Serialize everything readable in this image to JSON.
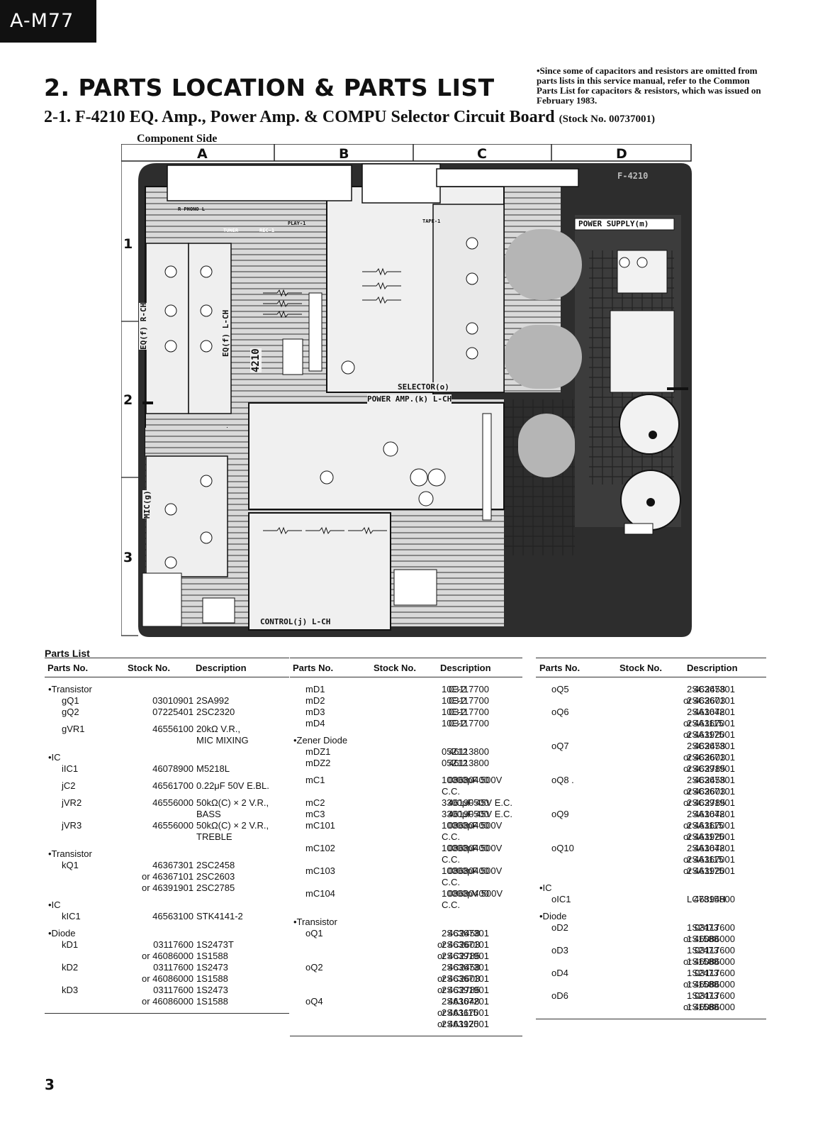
{
  "model": "A-M77",
  "section_title": "2. PARTS LOCATION & PARTS LIST",
  "note": "•Since some of capacitors and resistors are omitted from parts lists in this service manual, refer to the Common Parts List for capacitors & resistors, which was issued on February 1983.",
  "subtitle": "2-1. F-4210 EQ. Amp., Power Amp. & COMPU Selector Circuit Board",
  "stock_ref": "(Stock No. 00737001)",
  "component_side": "Component Side",
  "board": {
    "columns": [
      "A",
      "B",
      "C",
      "D"
    ],
    "rows": [
      "1",
      "2",
      "3"
    ],
    "labels": {
      "power_supply": "POWER SUPPLY(m)",
      "selector": "SELECTOR(o)",
      "power_amp": "POWER AMP.(k) L-CH",
      "control": "CONTROL(j) L-CH",
      "eq_r": "EQ(f) R-CH",
      "eq_l": "EQ(f) L-CH",
      "mic": "MIC(g)",
      "board_no": "4210",
      "f4210": "F-4210",
      "tuner": "TUNER",
      "phono": "R PHONO L",
      "tape": "TAPE-1",
      "rec": "REC-1",
      "play": "PLAY-1"
    }
  },
  "parts_list_label": "Parts List",
  "columns_header": {
    "parts_no": "Parts No.",
    "stock_no": "Stock No.",
    "description": "Description"
  },
  "parts_list": [
    [
      {
        "cat": "•Transistor"
      },
      {
        "pn": "gQ1",
        "sn": "03010901",
        "ds": "2SA992"
      },
      {
        "pn": "gQ2",
        "sn": "07225401",
        "ds": "2SC2320"
      },
      {
        "gap": true
      },
      {
        "pn": "gVR1",
        "sn": "46556100",
        "ds": "20kΩ V.R.,"
      },
      {
        "ds": "MIC MIXING"
      },
      {
        "gap": true
      },
      {
        "cat": "•IC"
      },
      {
        "pn": "iIC1",
        "sn": "46078900",
        "ds": "M5218L"
      },
      {
        "gap": true
      },
      {
        "pn": "jC2",
        "sn": "46561700",
        "ds": "0.22μF 50V E.BL."
      },
      {
        "gap": true
      },
      {
        "pn": "jVR2",
        "sn": "46556000",
        "ds": "50kΩ(C) × 2 V.R.,"
      },
      {
        "ds": "BASS"
      },
      {
        "pn": "jVR3",
        "sn": "46556000",
        "ds": "50kΩ(C) × 2 V.R.,"
      },
      {
        "ds": "TREBLE"
      },
      {
        "gap": true
      },
      {
        "cat": "•Transistor"
      },
      {
        "pn": "kQ1",
        "sn": "46367301",
        "ds": "2SC2458"
      },
      {
        "sn": "or 46367101",
        "ds": "2SC2603"
      },
      {
        "sn": "or 46391901",
        "ds": "2SC2785"
      },
      {
        "gap": true
      },
      {
        "cat": "•IC"
      },
      {
        "pn": "kIC1",
        "sn": "46563100",
        "ds": "STK4141-2"
      },
      {
        "gap": true
      },
      {
        "cat": "•Diode"
      },
      {
        "pn": "kD1",
        "sn": "03117600",
        "ds": "1S2473T"
      },
      {
        "sn": "or 46086000",
        "ds": "1S1588"
      },
      {
        "pn": "kD2",
        "sn": "03117600",
        "ds": "1S2473"
      },
      {
        "sn": "or 46086000",
        "ds": "1S1588"
      },
      {
        "pn": "kD3",
        "sn": "03117600",
        "ds": "1S2473"
      },
      {
        "sn": "or 46086000",
        "ds": "1S1588"
      }
    ],
    [
      {
        "pn": "mD1",
        "sn": "03117700",
        "ds": "10E-2"
      },
      {
        "pn": "mD2",
        "sn": "03117700",
        "ds": "10E-2"
      },
      {
        "pn": "mD3",
        "sn": "03117700",
        "ds": "10E-2"
      },
      {
        "pn": "mD4",
        "sn": "03117700",
        "ds": "10E-2"
      },
      {
        "gap": true
      },
      {
        "cat": "•Zener Diode"
      },
      {
        "pn": "mDZ1",
        "sn": "46113800",
        "ds": "05Z12"
      },
      {
        "pn": "mDZ2",
        "sn": "46113800",
        "ds": "05Z12"
      },
      {
        "gap": true
      },
      {
        "pn": "mC1",
        "sn": "08680400",
        "ds": "10000pF 500V"
      },
      {
        "ds": "C.C."
      },
      {
        "pn": "mC2",
        "sn": "46190500",
        "ds": "3300μF 45V E.C."
      },
      {
        "pn": "mC3",
        "sn": "46190500",
        "ds": "3300μF 45V E.C."
      },
      {
        "pn": "mC101",
        "sn": "08680400",
        "ds": "10000pF 500V"
      },
      {
        "ds": "C.C."
      },
      {
        "pn": "mC102",
        "sn": "08680400",
        "ds": "10000pF 500V"
      },
      {
        "ds": "C.C."
      },
      {
        "pn": "mC103",
        "sn": "08680400",
        "ds": "10000pF 500V"
      },
      {
        "ds": "C.C."
      },
      {
        "pn": "mC104",
        "sn": "08680400",
        "ds": "10000pV 500V"
      },
      {
        "ds": "C.C."
      },
      {
        "gap": true
      },
      {
        "cat": "•Transistor"
      },
      {
        "pn": "oQ1",
        "sn": "46367301",
        "ds": "2SC2458"
      },
      {
        "sn": "or 46367101",
        "ds": "2SC2603"
      },
      {
        "sn": "or 46391901",
        "ds": "2SC2785"
      },
      {
        "pn": "oQ2",
        "sn": "46367301",
        "ds": "2SC2458"
      },
      {
        "sn": "or 46367101",
        "ds": "2SC2603"
      },
      {
        "sn": "or 46391901",
        "ds": "2SC2785"
      },
      {
        "pn": "oQ4",
        "sn": "46367201",
        "ds": "2SA1048"
      },
      {
        "sn": "or 46367001",
        "ds": "2SA1115"
      },
      {
        "sn": "or 46392001",
        "ds": "2SA1175"
      }
    ],
    [
      {
        "pn": "oQ5",
        "sn": "46367301",
        "ds": "2SC2458"
      },
      {
        "sn": "or 46367101",
        "ds": "2SC2603"
      },
      {
        "pn": "oQ6",
        "sn": "46367201",
        "ds": "2SA1048"
      },
      {
        "sn": "or 46367001",
        "ds": "2SA1115"
      },
      {
        "sn": "or 46392001",
        "ds": "2SA1175"
      },
      {
        "pn": "oQ7",
        "sn": "46367301",
        "ds": "2SC2458"
      },
      {
        "sn": "or 46367101",
        "ds": "2SC2603"
      },
      {
        "sn": "or 46391901",
        "ds": "2SC2785"
      },
      {
        "pn": "oQ8 .",
        "sn": "46367301",
        "ds": "2SC2458"
      },
      {
        "sn": "or 46367101",
        "ds": "2SC2603"
      },
      {
        "sn": "or 46391901",
        "ds": "2SC2785"
      },
      {
        "pn": "oQ9",
        "sn": "46367201",
        "ds": "2SA1048"
      },
      {
        "sn": "or 46367001",
        "ds": "2SA1115"
      },
      {
        "sn": "or 46392001",
        "ds": "2SA1175"
      },
      {
        "pn": "oQ10",
        "sn": "46367201",
        "ds": "2SA1048"
      },
      {
        "sn": "or 46367001",
        "ds": "2SA1115"
      },
      {
        "sn": "or 46392001",
        "ds": "2SA1175"
      },
      {
        "gap": true
      },
      {
        "cat": "•IC"
      },
      {
        "pn": "oIC1",
        "sn": "46394800",
        "ds": "LC7815H"
      },
      {
        "gap": true
      },
      {
        "cat": "•Diode"
      },
      {
        "pn": "oD2",
        "sn": "03117600",
        "ds": "1S2473"
      },
      {
        "sn": "or 46086000",
        "ds": "1S1588"
      },
      {
        "pn": "oD3",
        "sn": "03117600",
        "ds": "1S2473"
      },
      {
        "sn": "or 46086000",
        "ds": "1S1588"
      },
      {
        "pn": "oD4",
        "sn": "03117600",
        "ds": "1S2473"
      },
      {
        "sn": "or 46086000",
        "ds": "1S1588"
      },
      {
        "pn": "oD6",
        "sn": "03117600",
        "ds": "1S2473"
      },
      {
        "sn": "or 46086000",
        "ds": "1S1588"
      }
    ]
  ],
  "page_number": "3"
}
